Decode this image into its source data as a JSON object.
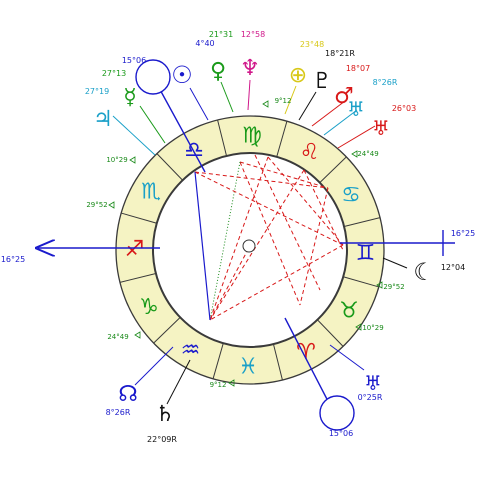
{
  "colors": {
    "ring_fill": "#f5f3c3",
    "ring_stroke": "#3a3a3a",
    "axis": "#1a1acc",
    "aspect_red": "#d81818",
    "aspect_green": "#1a8a1a",
    "aspect_blue": "#1a1acc",
    "fire": "#d81818",
    "earth": "#1a9a1a",
    "air": "#1a6ab8",
    "water": "#1aa0c8",
    "degree_label": "#1a8a1a"
  },
  "zodiac_signs": [
    {
      "name": "virgo",
      "glyph": "♍",
      "color": "#1a9a1a"
    },
    {
      "name": "leo",
      "glyph": "♌",
      "color": "#d81818"
    },
    {
      "name": "cancer",
      "glyph": "♋",
      "color": "#1aa0c8"
    },
    {
      "name": "gemini",
      "glyph": "♊",
      "color": "#1a1acc"
    },
    {
      "name": "taurus",
      "glyph": "♉",
      "color": "#1a9a1a"
    },
    {
      "name": "aries",
      "glyph": "♈",
      "color": "#d81818"
    },
    {
      "name": "pisces",
      "glyph": "♓",
      "color": "#1aa0c8"
    },
    {
      "name": "aquarius",
      "glyph": "♒",
      "color": "#1a1acc"
    },
    {
      "name": "capricorn",
      "glyph": "♑",
      "color": "#1a9a1a"
    },
    {
      "name": "sagittarius",
      "glyph": "♐",
      "color": "#d81818"
    },
    {
      "name": "scorpio",
      "glyph": "♏",
      "color": "#1aa0c8"
    },
    {
      "name": "libra",
      "glyph": "♎",
      "color": "#1a1acc"
    }
  ],
  "cusp_labels": [
    {
      "name": "cusp-label-leo",
      "text": "9°12"
    },
    {
      "name": "cusp-label-cancer",
      "text": "24°49"
    },
    {
      "name": "cusp-label-gemini",
      "text": "29°52"
    },
    {
      "name": "cusp-label-taurus",
      "text": "10°29"
    },
    {
      "name": "cusp-label-pisces",
      "text": "9°12"
    },
    {
      "name": "cusp-label-capricorn",
      "text": "24°49"
    },
    {
      "name": "cusp-label-sagittarius",
      "text": "29°52"
    },
    {
      "name": "cusp-label-scorpio",
      "text": "10°29"
    }
  ],
  "planets": [
    {
      "name": "sun",
      "glyph": "☉",
      "degree": "4°40",
      "color": "#1a1acc",
      "deg_color": "#1a1acc"
    },
    {
      "name": "venus",
      "glyph": "♀",
      "degree": "21°31",
      "color": "#1a9a1a",
      "deg_color": "#1a9a1a"
    },
    {
      "name": "neptune",
      "glyph": "♆",
      "degree": "12°58",
      "color": "#d0188a",
      "deg_color": "#d0188a"
    },
    {
      "name": "fortune",
      "glyph": "⊕",
      "degree": "23°48",
      "color": "#d8c818",
      "deg_color": "#d8c818"
    },
    {
      "name": "pluto",
      "glyph": "♇",
      "degree": "18°21R",
      "color": "#111111",
      "deg_color": "#111111"
    },
    {
      "name": "mars",
      "glyph": "♂",
      "degree": "18°07",
      "color": "#d81818",
      "deg_color": "#d81818"
    },
    {
      "name": "uranus",
      "glyph": "♅",
      "degree": "8°26R",
      "color": "#1aa0c8",
      "deg_color": "#1aa0c8"
    },
    {
      "name": "uranus-2",
      "glyph": "♅",
      "degree": "26°03",
      "color": "#d81818",
      "deg_color": "#d81818"
    },
    {
      "name": "mercury",
      "glyph": "☿",
      "degree": "27°13",
      "color": "#1a9a1a",
      "deg_color": "#1a9a1a"
    },
    {
      "name": "jupiter",
      "glyph": "♃",
      "degree": "27°19",
      "color": "#1aa0c8",
      "deg_color": "#1aa0c8"
    },
    {
      "name": "moon",
      "glyph": "☾",
      "degree": "12°04",
      "color": "#111111",
      "deg_color": "#111111"
    },
    {
      "name": "node",
      "glyph": "☊",
      "degree": "8°26R",
      "color": "#1a1acc",
      "deg_color": "#1a1acc"
    },
    {
      "name": "saturn",
      "glyph": "♄",
      "degree": "22°09R",
      "color": "#111111",
      "deg_color": "#111111"
    },
    {
      "name": "uranus-3",
      "glyph": "♅",
      "degree": "0°25R",
      "color": "#1a1acc",
      "deg_color": "#1a1acc"
    }
  ],
  "axes": {
    "asc": "16°25",
    "dsc": "16°25",
    "mc": "15°06",
    "ic": "15°06"
  }
}
